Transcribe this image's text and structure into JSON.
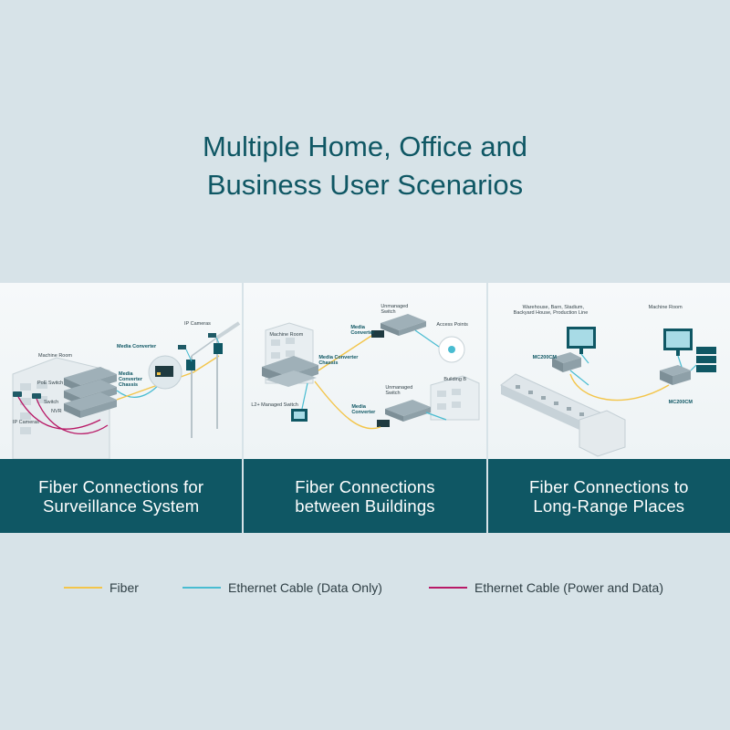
{
  "title": {
    "line1": "Multiple Home, Office and",
    "line2": "Business User Scenarios"
  },
  "panels": [
    {
      "caption_line1": "Fiber Connections for",
      "caption_line2": "Surveillance System",
      "labels": {
        "machine_room": "Machine Room",
        "poe_switch": "PoE Switch",
        "switch": "Switch",
        "nvr": "NVR",
        "ip_cameras_left": "IP Cameras",
        "ip_cameras_right": "IP Cameras",
        "media_converter": "Media Converter",
        "mc_chassis_1": "Media",
        "mc_chassis_2": "Converter",
        "mc_chassis_3": "Chassis"
      }
    },
    {
      "caption_line1": "Fiber Connections",
      "caption_line2": "between Buildings",
      "labels": {
        "machine_room": "Machine Room",
        "mc_chassis_1": "Media Converter",
        "mc_chassis_2": "Chassis",
        "l2_switch": "L2+ Managed Switch",
        "unmanaged_top_1": "Unmanaged",
        "unmanaged_top_2": "Switch",
        "media_conv_top_1": "Media",
        "media_conv_top_2": "Converter",
        "access_points": "Access Points",
        "building_b": "Building B",
        "unmanaged_bot_1": "Unmanaged",
        "unmanaged_bot_2": "Switch",
        "media_conv_bot_1": "Media",
        "media_conv_bot_2": "Converter"
      }
    },
    {
      "caption_line1": "Fiber Connections to",
      "caption_line2": "Long-Range Places",
      "labels": {
        "places_1": "Warehouse, Barn, Stadium,",
        "places_2": "Backyard House, Production Line",
        "machine_room": "Machine Room",
        "mc_left": "MC200CM",
        "mc_right": "MC200CM"
      }
    }
  ],
  "legend": [
    {
      "label": "Fiber",
      "color": "#f3c54a"
    },
    {
      "label": "Ethernet Cable (Data Only)",
      "color": "#49bcd1"
    },
    {
      "label": "Ethernet Cable (Power and Data)",
      "color": "#b81a67"
    }
  ],
  "colors": {
    "background": "#d7e3e8",
    "accent": "#0f5764",
    "fiber": "#f3c54a",
    "ethernet_data": "#49bcd1",
    "ethernet_power": "#b81a67"
  }
}
